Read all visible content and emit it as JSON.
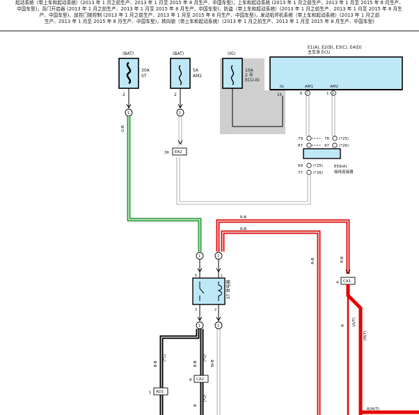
{
  "header": {
    "lines": [
      "起动系统（带上车和起动系统）(2013 年 1 月之前生产、2013 年 1 月至 2015 年 8 月生产、中国车型)，上车和起动系统 (2013 年 1 月之前生产、2013 年 1 月至 2015 年 8 月生产、",
      "中国车型)，背门开启器 (2013 年 1 月之前生产、2013 年 1 月至 2015 年 8 月生产、中国车型)，防盗（带上车和起动系统）(2013 年 1 月之前生产、2013 年 1 月至 2015 年 8 月生",
      "产、中国车型)，遥控门锁控制 (2013 年 1 月之前生产、2013 年 1 月至 2015 年 8 月生产、中国车型)，发动机停机系统（带上车和起动系统）(2013 年 1 月之前",
      "生产、2013 年 1 月至 2015 年 8 月生产、中国车型)，转向锁（带上车和起动系统）(2013 年 1 月之前生产、2013 年 1 月至 2015 年 8 月生产、中国车型)"
    ]
  },
  "fuses": [
    {
      "source": "(BAT)",
      "rating": "30A",
      "name": "ST",
      "pin": "2"
    },
    {
      "source": "(BAT)",
      "rating": "5A",
      "name": "AM2",
      "pin": "2"
    },
    {
      "source": "(IG)",
      "rating": "10A",
      "name_line1": "2 号",
      "name_line2": "ECU-IG"
    }
  ],
  "ecu": {
    "connectors": "E1(A), E2(B), E3(C), E4(D)",
    "name": "主车身 ECU",
    "terminals": [
      "IG",
      "AM1",
      "AM2"
    ],
    "ig_pin": "15",
    "am1_pin": "6",
    "am1_conn": "C",
    "am2_pin": "1",
    "am2_conn": "B"
  },
  "junction": {
    "id": "E59(A)",
    "name": "接线连接器",
    "rows": [
      {
        "left": "79",
        "right": "78",
        "right_note": "(*25)"
      },
      {
        "left": "87",
        "right": "97",
        "right_note": "(*26)"
      },
      {
        "left": "69",
        "left_note": "(*25)"
      },
      {
        "left": "77",
        "left_note": "(*26)"
      }
    ]
  },
  "connectors": {
    "c1": "1",
    "c2": "1",
    "ea2_pin": "36",
    "ea2": "EA2",
    "relay_in_left": "1",
    "relay_in_right": "1",
    "relay_out_left": "1",
    "relay_out_right": "1",
    "ca1_pin": "4",
    "ca1": "CA1",
    "ca2_pin": "8",
    "ca2": "CA2",
    "ad1_pin": "1",
    "ad1": "AD1"
  },
  "relay": {
    "name": "ST 继电器",
    "pins": [
      "5",
      "3",
      "2",
      "1"
    ]
  },
  "wire_labels": {
    "gb": "G-B",
    "rb_top": "R-B",
    "rb_mid": "R-B",
    "rb_vert": "R-B",
    "rb_right": "R-B",
    "r_mid": "R",
    "b1": "B-B",
    "b1_note": "(*1)",
    "b2": "B-B",
    "b2_note": "(*2)",
    "w_b": "W-B",
    "b_lower": "B",
    "b_lower_note": "(*2)",
    "r_t": "(M/T)",
    "r_t2": "(A/T)",
    "r_bottom": "R(M/T)"
  }
}
